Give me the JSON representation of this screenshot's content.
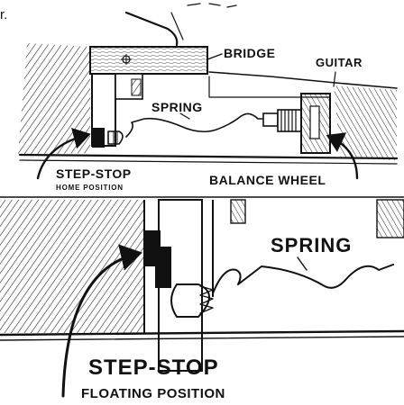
{
  "caption_fragment": "r.",
  "top_panel": {
    "label_bridge": "BRIDGE",
    "label_guitar": "GUITAR",
    "label_spring": "SPRING",
    "label_step_stop": "STEP-STOP",
    "label_home_position": "HOME POSITION",
    "label_balance_wheel": "BALANCE WHEEL"
  },
  "bottom_panel": {
    "label_spring": "SPRING",
    "label_step_stop": "STEP-STOP",
    "label_floating_position": "FLOATING POSITION"
  }
}
